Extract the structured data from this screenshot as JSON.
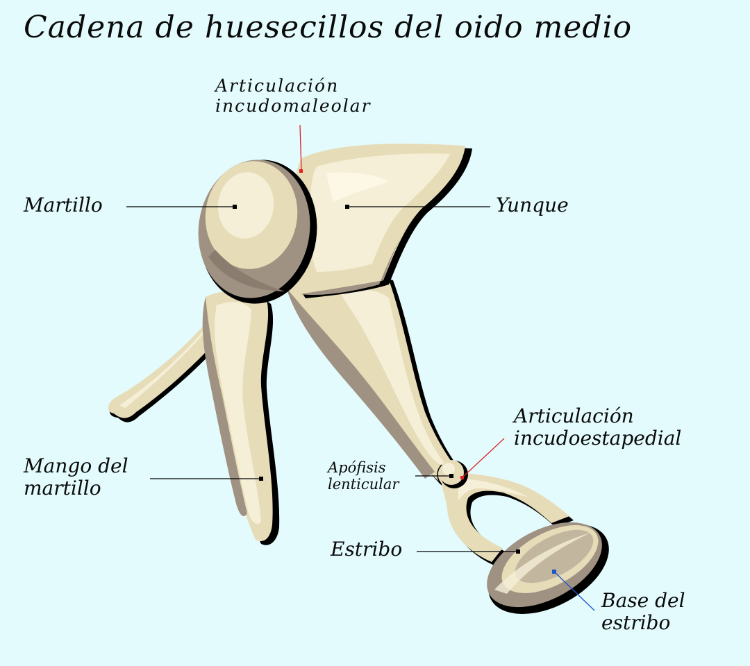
{
  "title": "Cadena de huesecillos del oido medio",
  "labels": {
    "articulacion_incudomaleolar": [
      "Articulación",
      "incudomaleolar"
    ],
    "martillo": "Martillo",
    "yunque": "Yunque",
    "articulacion_incudoestapedial": [
      "Articulación",
      "incudoestapedial"
    ],
    "apofisis_lenticular": [
      "Apófisis",
      "lenticular"
    ],
    "mango_del_martillo": [
      "Mango del",
      "martillo"
    ],
    "estribo": "Estribo",
    "base_del_estribo": [
      "Base del",
      "estribo"
    ]
  },
  "colors": {
    "background": "#e3fbfd",
    "bone_light": "#f3ebcf",
    "bone_mid": "#e6dcb8",
    "bone_shadow": "#a09282",
    "outline": "#0a0a0a",
    "leader_red": "#e02020",
    "leader_blue": "#1a56c8"
  }
}
